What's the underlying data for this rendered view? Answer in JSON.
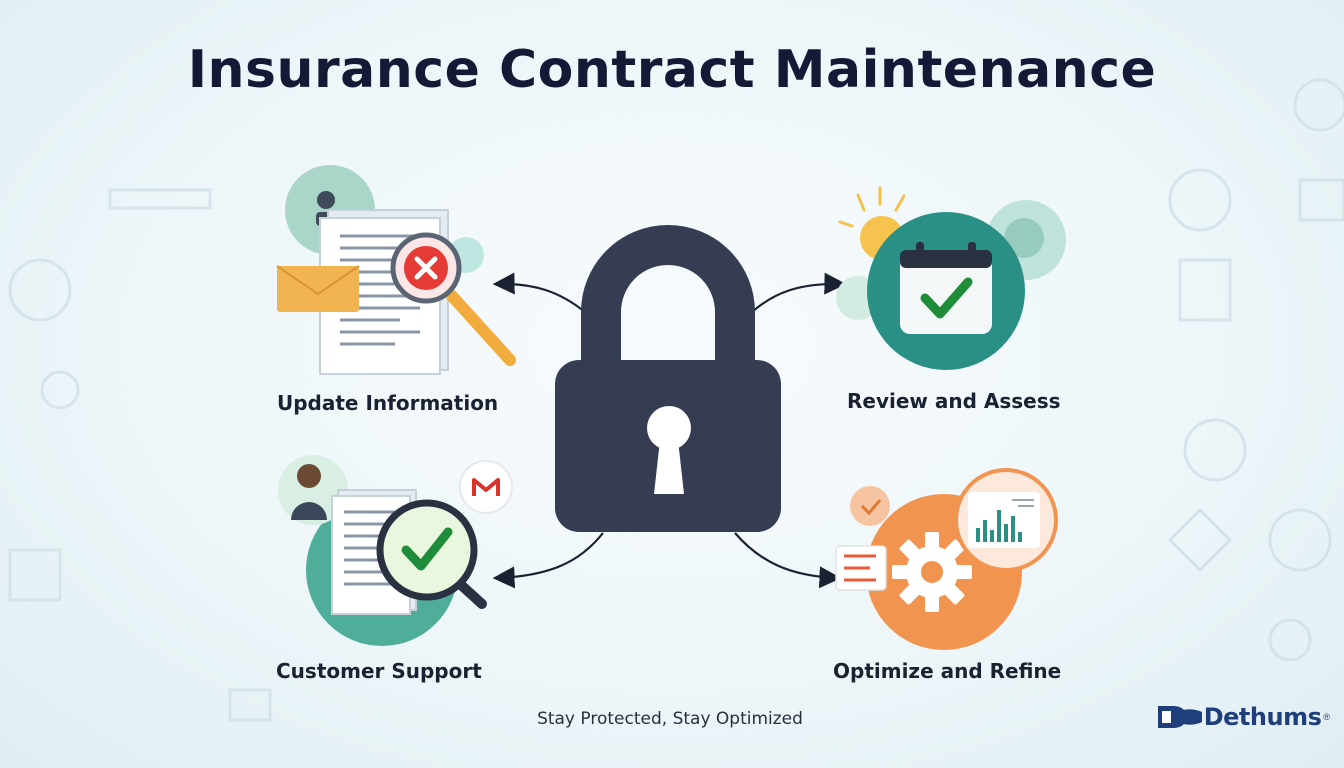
{
  "title": "Insurance Contract Maintenance",
  "steps": {
    "update": {
      "label": "Update Information",
      "icon": "document-magnifier-x-icon"
    },
    "review": {
      "label": "Review and Assess",
      "icon": "calendar-check-icon"
    },
    "support": {
      "label": "Customer Support",
      "icon": "document-magnifier-check-icon"
    },
    "optimize": {
      "label": "Optimize and Refine",
      "icon": "gear-chart-icon"
    }
  },
  "center": {
    "icon": "padlock-icon"
  },
  "tagline": "Stay Protected, Stay Optimized",
  "brand": {
    "name": "Dethums",
    "mark": "®"
  },
  "colors": {
    "title": "#141a36",
    "lock": "#363c52",
    "teal": "#2a8f85",
    "green_check": "#1f8c3a",
    "red_x": "#e53a35",
    "orange": "#f0944f",
    "envelope": "#f2b450",
    "brand": "#1f3f7c"
  }
}
